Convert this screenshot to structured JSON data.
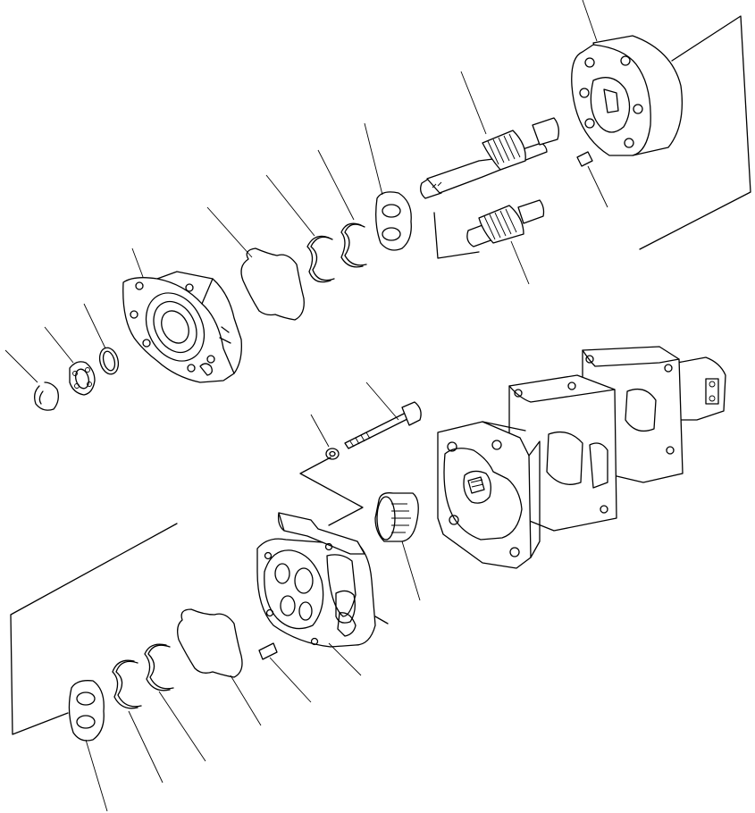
{
  "diagram": {
    "type": "exploded parts view",
    "line_color": "#000000",
    "background_color": "#ffffff",
    "printed_text": [],
    "parts": [
      {
        "name": "pump-body"
      },
      {
        "name": "drive-shaft-gear"
      },
      {
        "name": "driven-gear"
      },
      {
        "name": "dowel-pin-upper"
      },
      {
        "name": "thrust-plate-upper"
      },
      {
        "name": "backup-ring-upper-a"
      },
      {
        "name": "backup-ring-upper-b"
      },
      {
        "name": "gasket-upper"
      },
      {
        "name": "front-cover"
      },
      {
        "name": "oil-seal-ring"
      },
      {
        "name": "ball-bearing"
      },
      {
        "name": "snap-ring"
      },
      {
        "name": "mounting-bolt"
      },
      {
        "name": "washer"
      },
      {
        "name": "needle-bearing"
      },
      {
        "name": "pump-assembly"
      },
      {
        "name": "rear-cover"
      },
      {
        "name": "dowel-pin-lower"
      },
      {
        "name": "gasket-lower"
      },
      {
        "name": "backup-ring-lower-a"
      },
      {
        "name": "backup-ring-lower-b"
      },
      {
        "name": "thrust-plate-lower"
      }
    ]
  }
}
